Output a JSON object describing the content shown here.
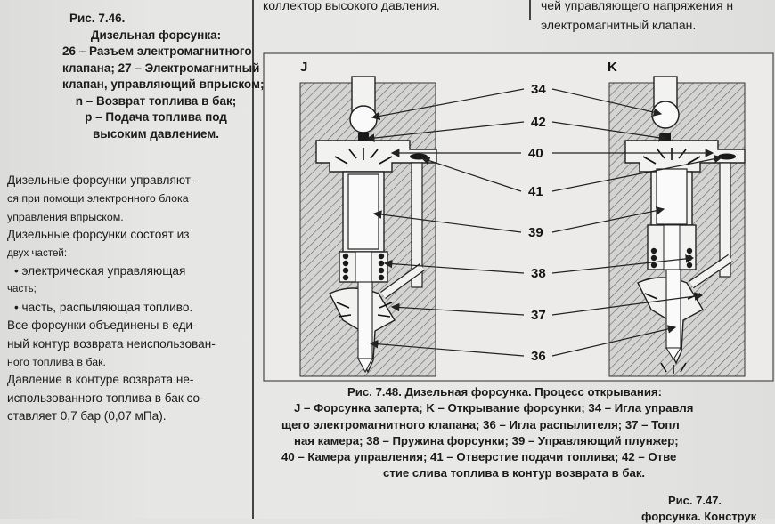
{
  "top_text": {
    "middle": "коллектор высокого давления.",
    "right_line1": "чей управляющего напряжения н",
    "right_line2": "электромагнитный клапан."
  },
  "caption_746": {
    "title": "Рис. 7.46.",
    "lines": [
      "Дизельная форсунка:",
      "26 – Разъем электромагнитного",
      "клапана; 27 – Электромагнитный",
      "клапан, управляющий впрыском;",
      "n – Возврат топлива в бак;",
      "p – Подача топлива под",
      "высоким давлением."
    ]
  },
  "body_left": [
    "Дизельные форсунки управляют-",
    "ся при помощи электронного блока",
    "управления впрыском.",
    "Дизельные форсунки состоят из",
    "двух частей:",
    "• электрическая управляющая",
    "часть;",
    "• часть, распыляющая топливо.",
    "Все форсунки объединены в еди-",
    "ный контур возврата неиспользован-",
    "ного топлива в бак.",
    "Давление в контуре возврата не-",
    "использованного топлива в бак со-",
    "ставляет 0,7 бар (0,07 мПа)."
  ],
  "figure": {
    "panel_j": "J",
    "panel_k": "K",
    "labels": [
      "34",
      "42",
      "40",
      "41",
      "39",
      "38",
      "37",
      "36"
    ]
  },
  "caption_748": [
    "Рис. 7.48. Дизельная форсунка. Процесс открывания:",
    "J – Форсунка заперта; K – Открывание форсунки; 34 – Игла управля",
    "щего электромагнитного клапана; 36 – Игла распылителя; 37 – Топл",
    "ная камера; 38 – Пружина форсунки; 39 – Управляющий плунжер;",
    "40 – Камера управления; 41 – Отверстие подачи топлива; 42 – Отве",
    "стие слива топлива в контур возврата в бак."
  ],
  "caption_747": {
    "title": "Рис. 7.47.",
    "line2": "форсунка. Конструк"
  }
}
